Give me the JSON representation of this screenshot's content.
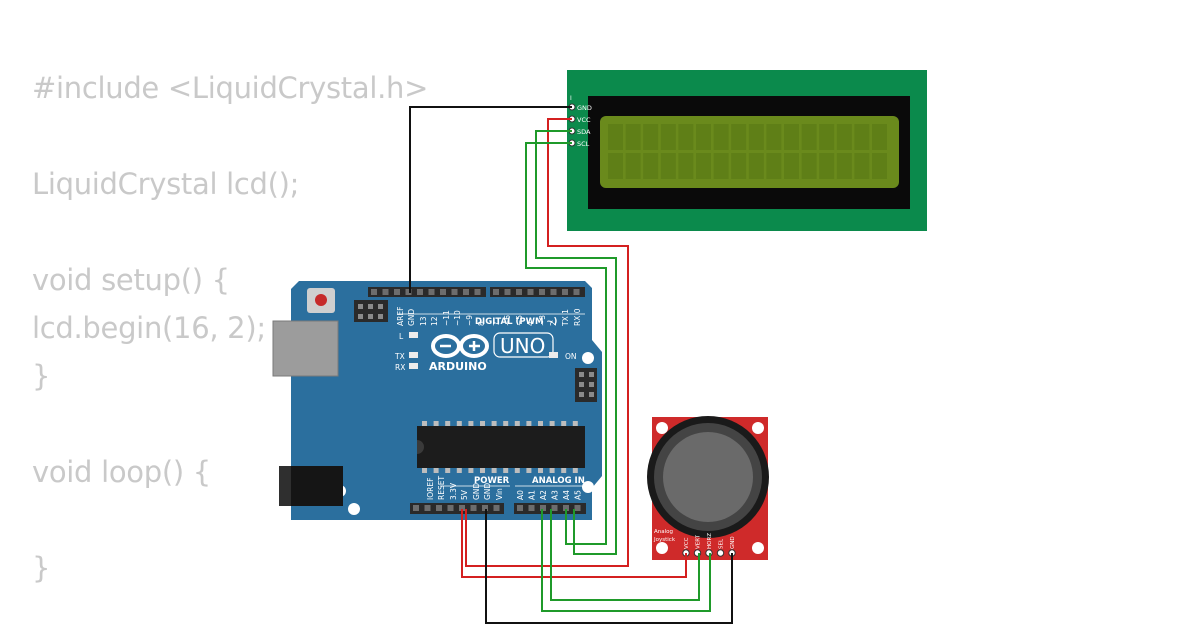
{
  "code": {
    "lines": [
      "#include <LiquidCrystal.h>",
      "LiquidCrystal lcd();",
      "void setup() {",
      "lcd.begin(16, 2);",
      "}",
      "void loop() {",
      "}"
    ]
  },
  "lcd": {
    "pin_labels": [
      "GND",
      "VCC",
      "SDA",
      "SCL"
    ],
    "header_mark": "I",
    "colors": {
      "board": "#0b8a4c",
      "bezel": "#0a0a0a",
      "screen": "#6a8a1c"
    }
  },
  "arduino": {
    "model": "UNO",
    "brand": "ARDUINO",
    "digital_label": "DIGITAL (PWM ~)",
    "digital_pins": [
      "AREF",
      "GND",
      "13",
      "12",
      "~11",
      "~10",
      "~9",
      "8",
      "7",
      "~6",
      "~5",
      "4",
      "~3",
      "2",
      "TX 1",
      "RX 0"
    ],
    "led_labels": [
      "L",
      "TX",
      "RX"
    ],
    "on_label": "ON",
    "power_label": "POWER",
    "analog_label": "ANALOG IN",
    "power_pins": [
      "IOREF",
      "RESET",
      "3.3V",
      "5V",
      "GND",
      "GND",
      "Vin"
    ],
    "analog_pins": [
      "A0",
      "A1",
      "A2",
      "A3",
      "A4",
      "A5"
    ],
    "colors": {
      "board": "#2b6f9e",
      "header": "#2a2a2a"
    }
  },
  "joystick": {
    "name": "Analog Joystick",
    "name_line1": "Analog",
    "name_line2": "Joystick",
    "pins": [
      "VCC",
      "VERT",
      "HORZ",
      "SEL",
      "GND"
    ],
    "colors": {
      "board": "#cf2a2a",
      "knob": "#5a5a5a"
    }
  },
  "wires": {
    "colors": {
      "black": "#111111",
      "red": "#d42020",
      "green": "#1f9a2a"
    }
  }
}
